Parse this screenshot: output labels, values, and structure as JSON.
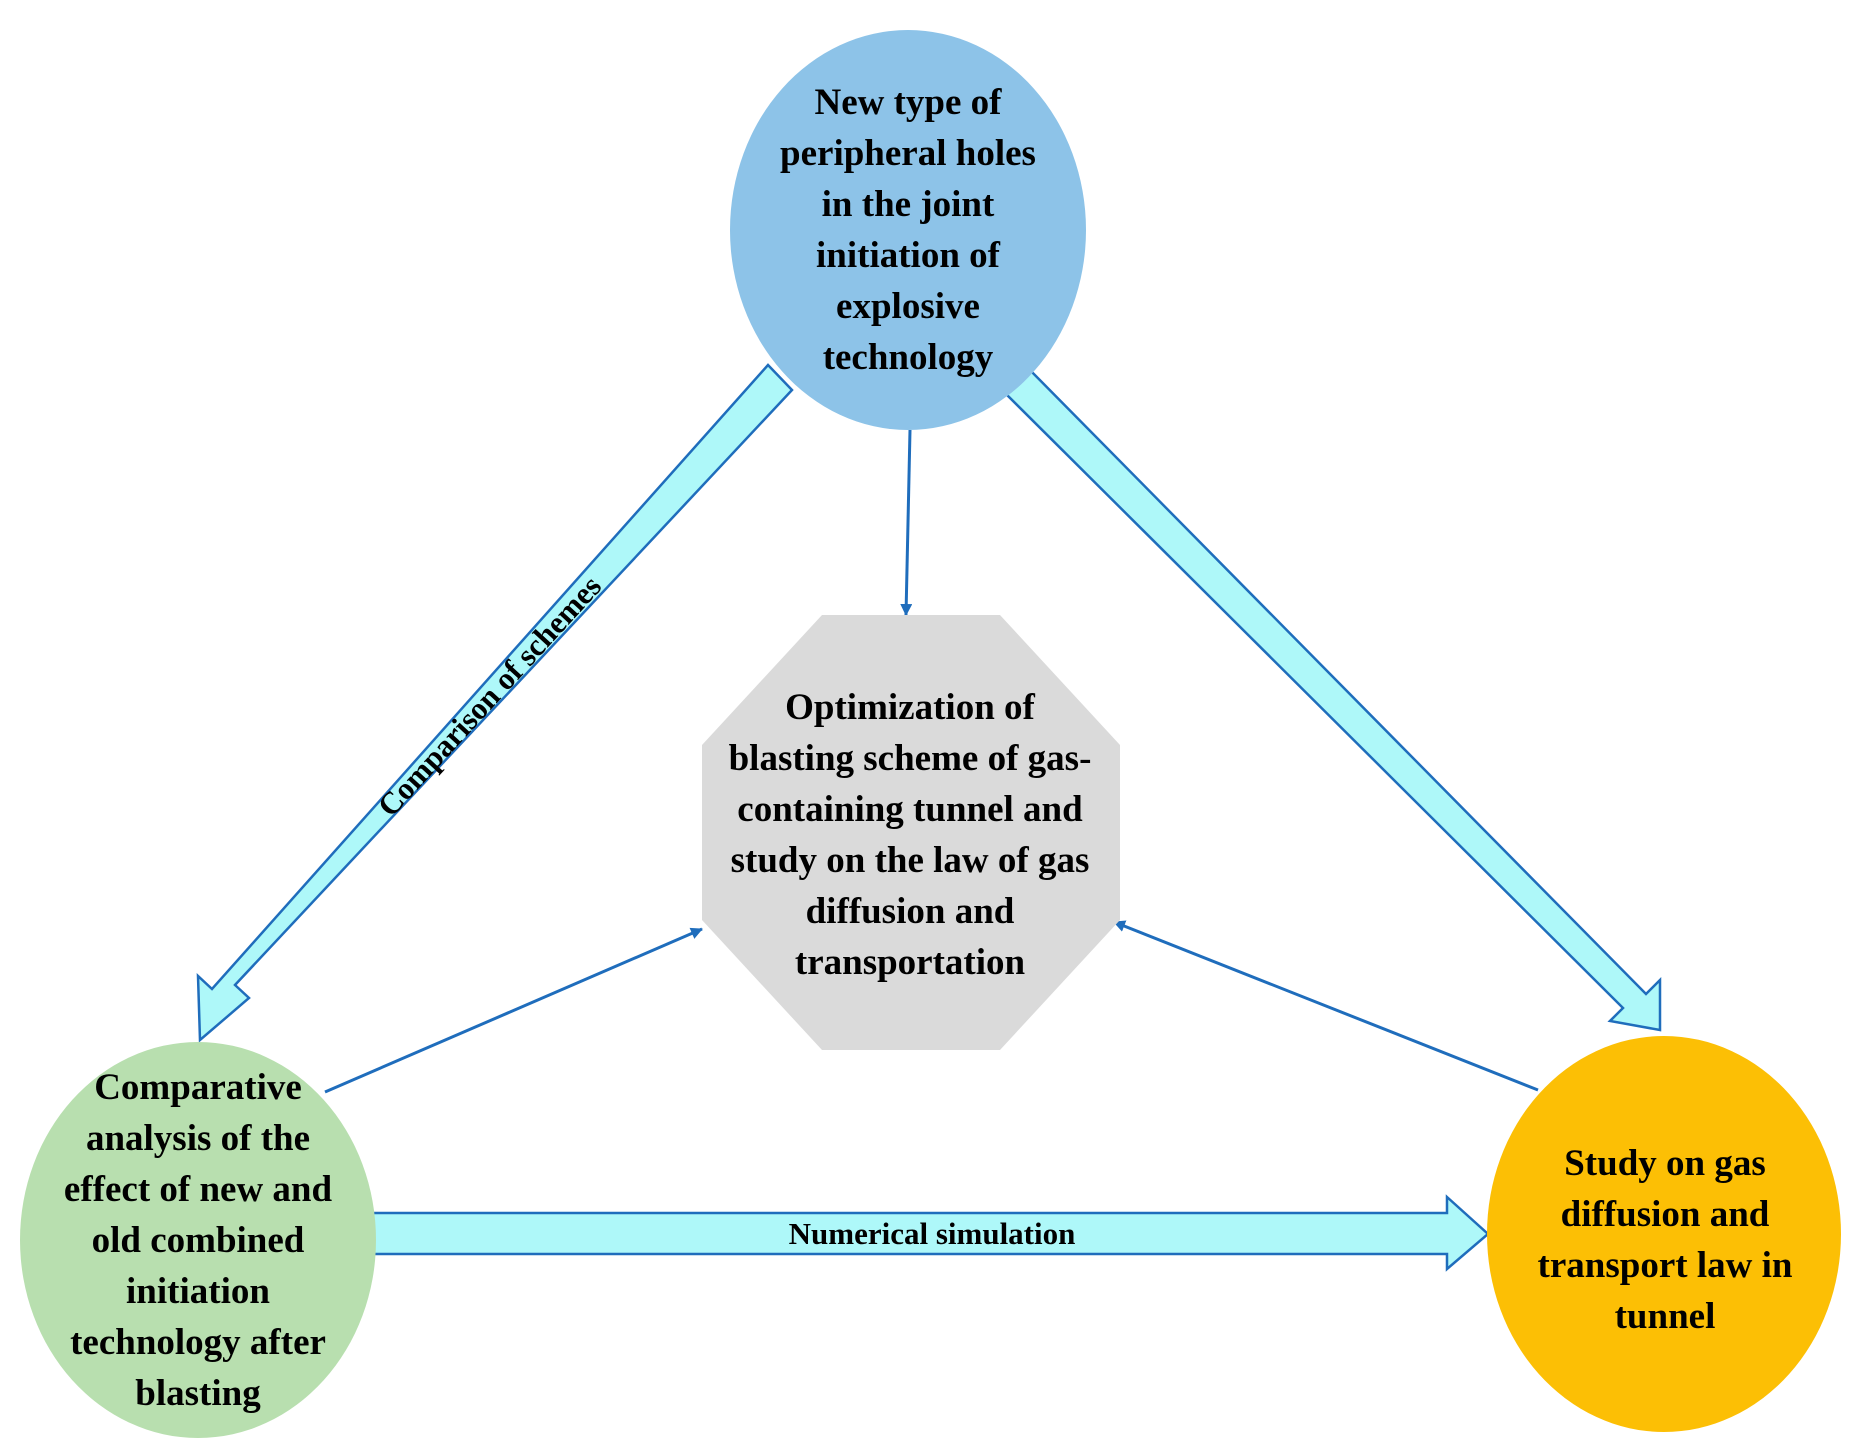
{
  "diagram": {
    "nodes": {
      "top": {
        "label": "New type of\nperipheral holes\nin the joint\ninitiation of\nexplosive\ntechnology",
        "fill": "#8DC3E8"
      },
      "center": {
        "label": "Optimization of\nblasting scheme of gas-\ncontaining tunnel and\nstudy on the law of gas\ndiffusion and\ntransportation",
        "fill": "#DADADA"
      },
      "left": {
        "label": "Comparative\nanalysis of the\neffect of new and\nold combined\ninitiation\ntechnology after\nblasting",
        "fill": "#B8DFAF"
      },
      "right": {
        "label": "Study on gas\ndiffusion and\ntransport law in\ntunnel",
        "fill": "#FCBF05"
      }
    },
    "edges": {
      "comparison": {
        "label": "Comparison of schemes"
      },
      "numerical": {
        "label": "Numerical simulation"
      }
    },
    "colors": {
      "big_arrow_fill": "#AEF8F9",
      "big_arrow_stroke": "#1F6DBC",
      "thin_arrow": "#1F6DBC"
    }
  }
}
